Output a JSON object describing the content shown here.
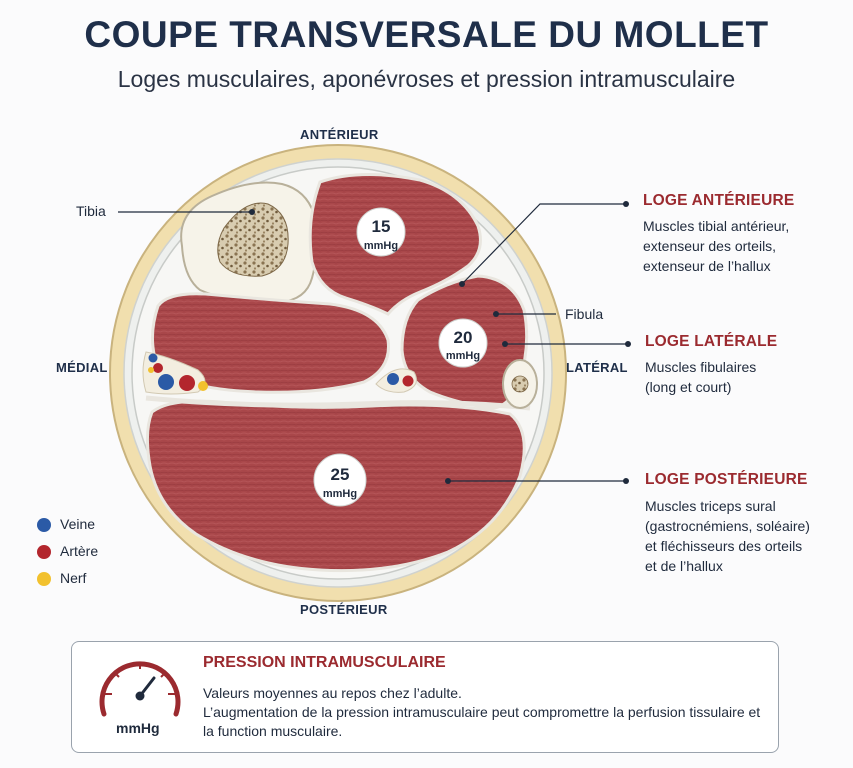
{
  "header": {
    "title": "COUPE TRANSVERSALE DU MOLLET",
    "subtitle": "Loges musculaires, aponévroses et pression intramusculaire"
  },
  "orientation": {
    "anterior": "ANTÉRIEUR",
    "posterior": "POSTÉRIEUR",
    "medial": "MÉDIAL",
    "lateral": "LATÉRAL"
  },
  "bones": {
    "tibia": "Tibia",
    "fibula": "Fibula"
  },
  "pressures": {
    "unit": "mmHg",
    "anterior": "15",
    "lateral": "20",
    "posterior": "25"
  },
  "loges": {
    "anterior": {
      "title": "LOGE ANTÉRIEURE",
      "description": "Muscles tibial antérieur,\nextenseur des orteils,\nextenseur de l’hallux"
    },
    "lateral": {
      "title": "LOGE LATÉRALE",
      "description": "Muscles fibulaires\n(long et court)"
    },
    "posterior": {
      "title": "LOGE POSTÉRIEURE",
      "description": "Muscles triceps sural\n(gastrocnémiens, soléaire)\net fléchisseurs des orteils\net de l’hallux"
    }
  },
  "legend": [
    {
      "label": "Veine",
      "color": "#2b5aa6"
    },
    {
      "label": "Artère",
      "color": "#b3262d"
    },
    {
      "label": "Nerf",
      "color": "#f2c12e"
    }
  ],
  "info": {
    "title": "PRESSION INTRAMUSCULAIRE",
    "line1": "Valeurs moyennes au repos chez l’adulte.",
    "line2": "L’augmentation de la pression intramusculaire peut compromettre la perfusion tissulaire et la function musculaire.",
    "gauge_unit": "mmHg"
  },
  "colors": {
    "muscle": "#a9474a",
    "fascia": "#e9e6df",
    "skin": "#f1dfae",
    "accent": "#9b2a2f",
    "navy": "#1f2f4a"
  }
}
